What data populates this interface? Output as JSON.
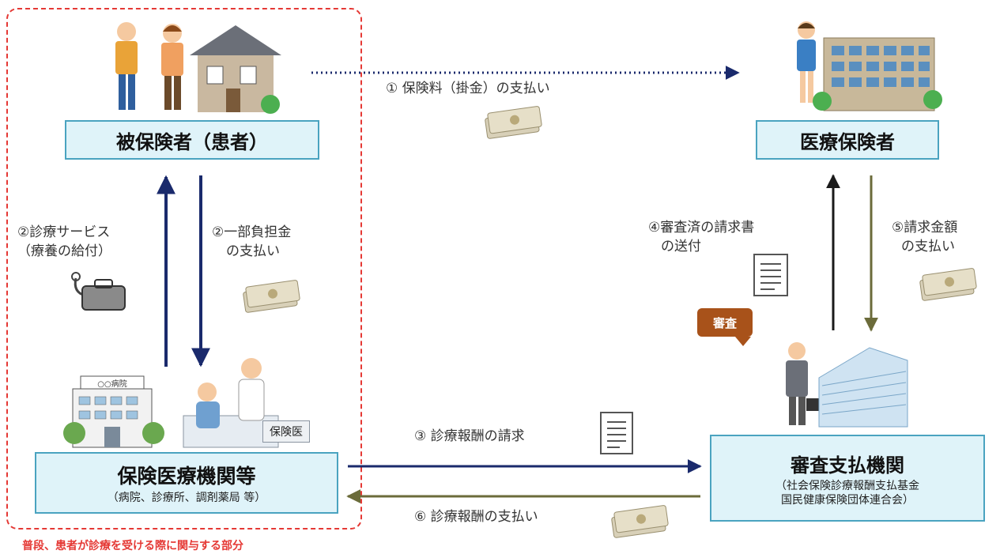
{
  "insured": {
    "title": "被保険者（患者）"
  },
  "insurer": {
    "title": "医療保険者"
  },
  "medical_institution": {
    "title": "保険医療機関等",
    "subtitle": "（病院、診療所、調剤薬局 等）",
    "doctor_tag": "保険医",
    "hospital_sign": "○○病院"
  },
  "review_body": {
    "title": "審査支払機関",
    "subtitle_line1": "（社会保険診療報酬支払基金",
    "subtitle_line2": "国民健康保険団体連合会）",
    "badge": "審査"
  },
  "flows": {
    "f1": "① 保険料（掛金）の支払い",
    "f2a_line1": "②診療サービス",
    "f2a_line2": "（療養の給付）",
    "f2b_line1": "②一部負担金",
    "f2b_line2": "の支払い",
    "f3": "③ 診療報酬の請求",
    "f4_line1": "④審査済の請求書",
    "f4_line2": "の送付",
    "f5_line1": "⑤請求金額",
    "f5_line2": "の支払い",
    "f6": "⑥ 診療報酬の支払い"
  },
  "caption": "普段、患者が診療を受ける際に関与する部分",
  "colors": {
    "navy_arrow": "#1a2a6c",
    "olive_arrow": "#6b6b3a",
    "dashed_border": "#e53935",
    "box_fill": "#dff3f9",
    "box_border": "#4aa3c0",
    "badge": "#a8521a"
  },
  "icons": [
    "family-illustration",
    "house-illustration",
    "office-building-illustration",
    "receptionist-illustration",
    "money-bills-icon",
    "medical-bag-icon",
    "document-icon",
    "hospital-illustration",
    "doctor-patient-illustration",
    "businessman-illustration",
    "office-tower-illustration"
  ]
}
